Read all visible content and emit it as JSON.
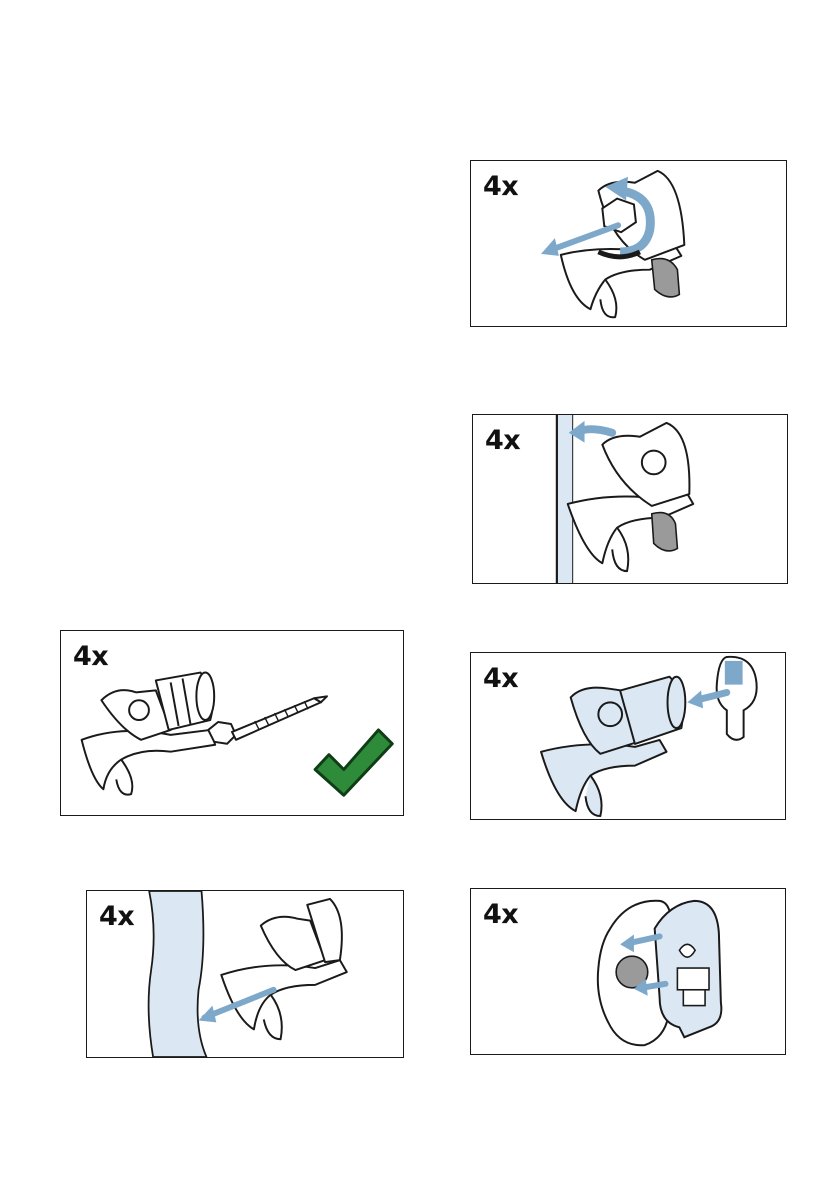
{
  "panels": [
    {
      "count": "4x",
      "icon": "check-mark-icon"
    },
    {
      "count": "4x"
    },
    {
      "count": "4x"
    },
    {
      "count": "4x"
    },
    {
      "count": "4x"
    },
    {
      "count": "4x"
    }
  ],
  "colors": {
    "arrow_blue": "#7ea8c9",
    "panel_fill_blue": "#dbe8f3",
    "check_green": "#2e8b3a",
    "line": "#1a1a1a",
    "shadow_grey": "#9a9a9a"
  }
}
